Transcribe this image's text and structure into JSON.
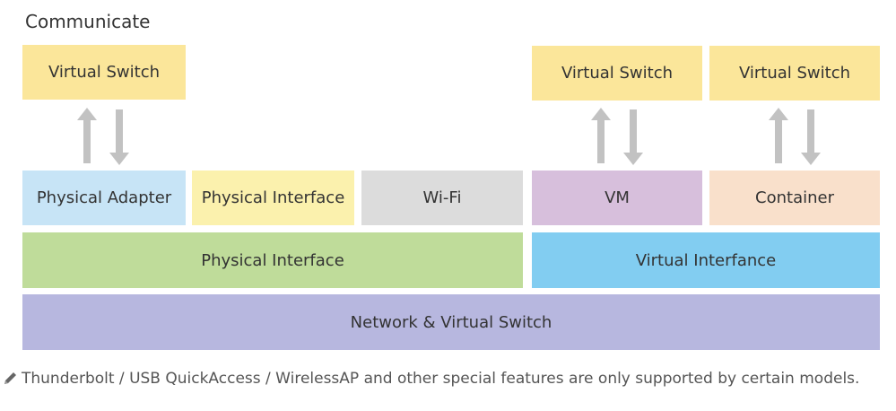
{
  "title": "Communicate",
  "colors": {
    "yellow": "#fbe69a",
    "light_blue": "#c7e4f6",
    "light_yellow": "#fbf1ad",
    "gray": "#dcdcdc",
    "purple": "#d7bfdc",
    "peach": "#f9e0cb",
    "green": "#bfdc9a",
    "blue": "#82cdf1",
    "lavender": "#b7b7df",
    "arrow": "#c2c2c2"
  },
  "virtual_switches": [
    {
      "label": "Virtual Switch"
    },
    {
      "label": "Virtual Switch"
    },
    {
      "label": "Virtual Switch"
    }
  ],
  "interfaces": [
    {
      "label": "Physical Adapter"
    },
    {
      "label": "Physical Interface"
    },
    {
      "label": "Wi-Fi"
    },
    {
      "label": "VM"
    },
    {
      "label": "Container"
    }
  ],
  "layers": {
    "physical_interface": "Physical Interface",
    "virtual_interface": "Virtual Interfance",
    "network": "Network & Virtual Switch"
  },
  "icons": {
    "arrows": "up-down-arrows-icon",
    "pencil": "pencil-icon"
  },
  "footnote": "Thunderbolt / USB QuickAccess / WirelessAP and other special features are only supported by certain models."
}
